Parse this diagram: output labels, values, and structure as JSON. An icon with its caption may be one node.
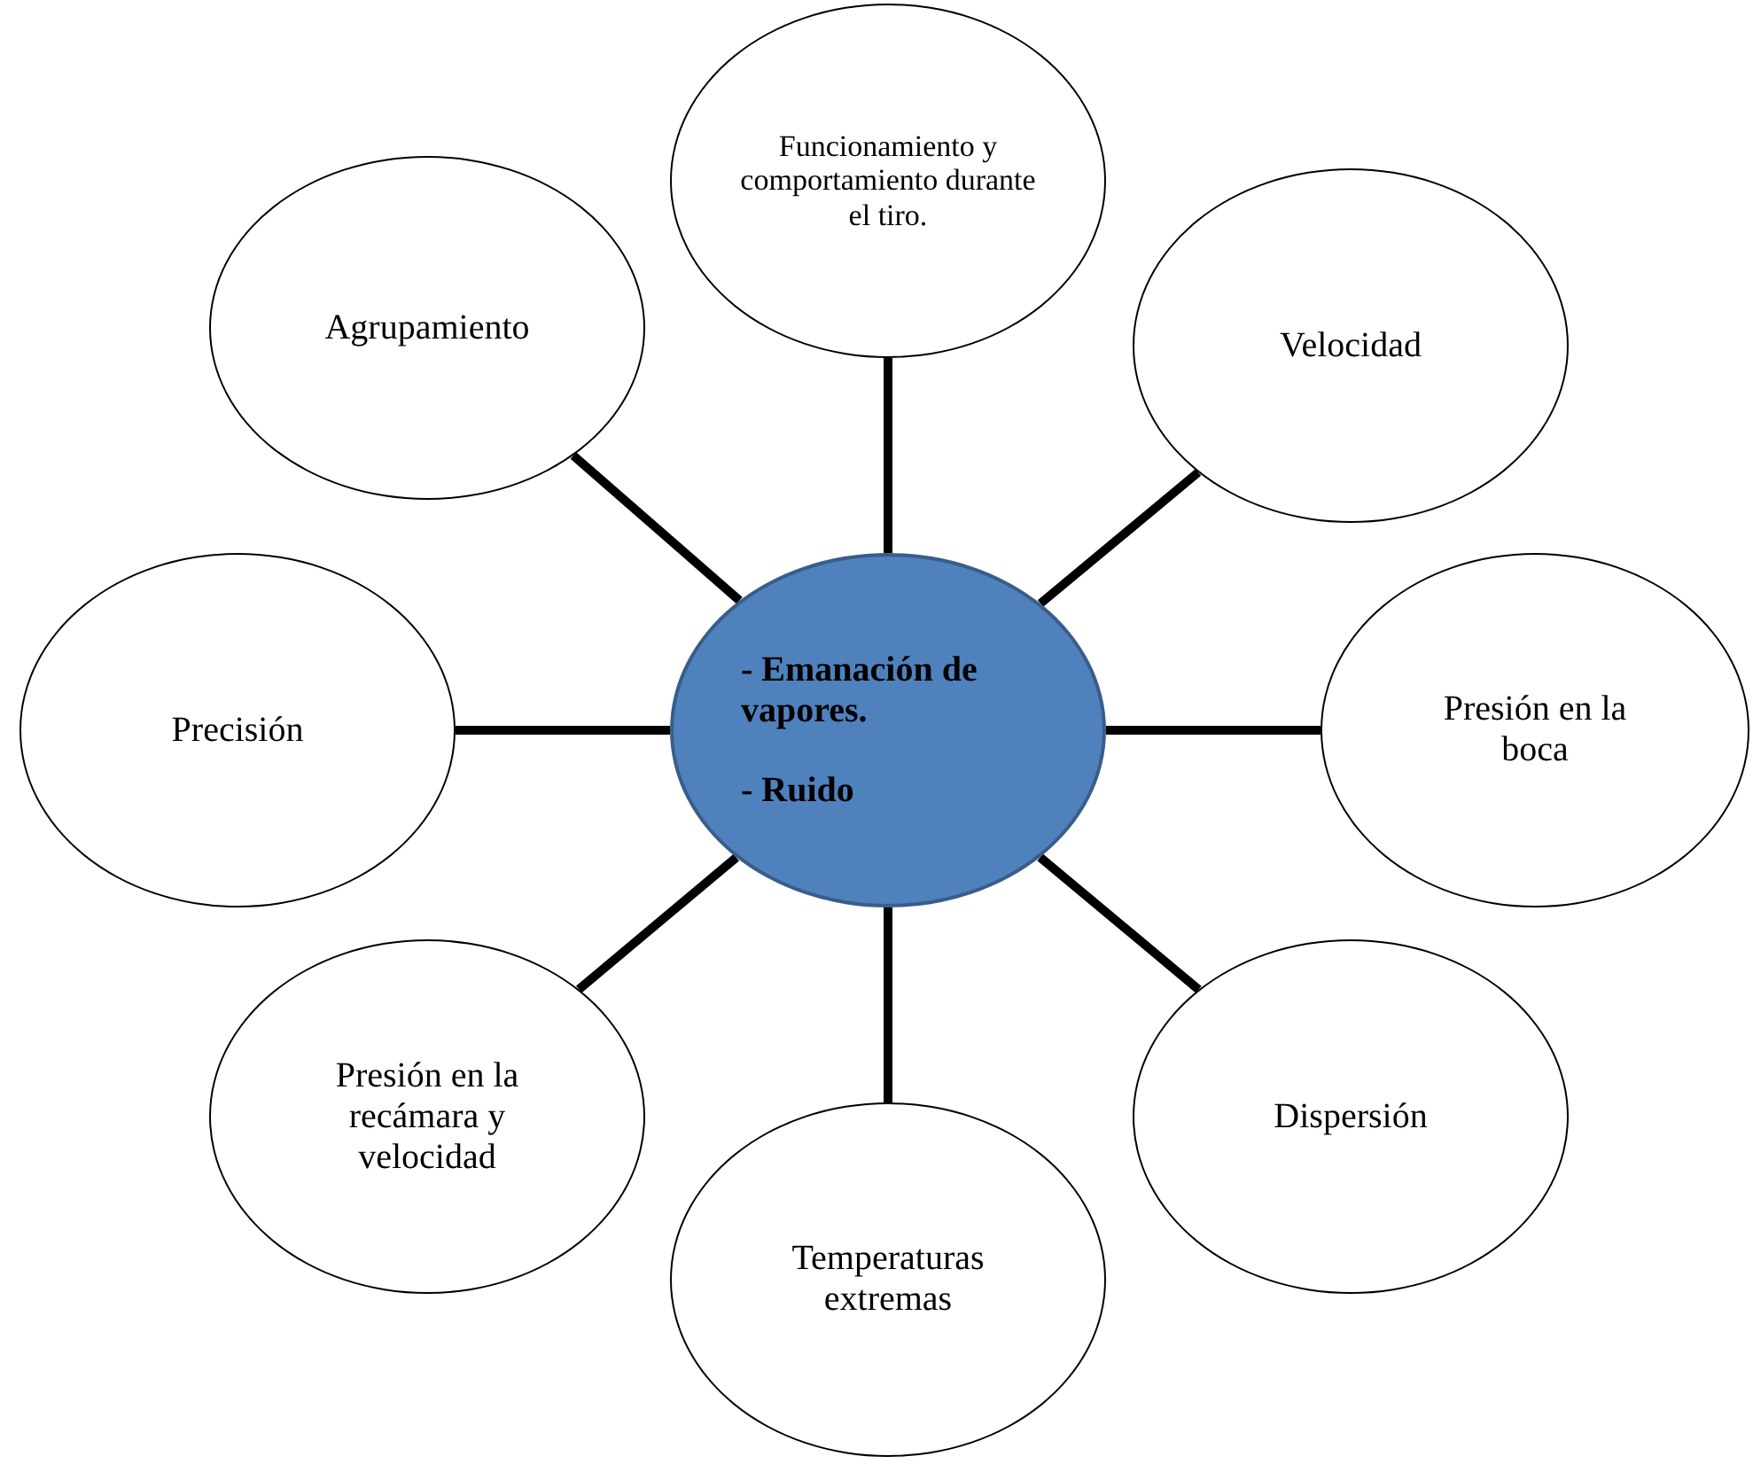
{
  "diagram": {
    "nodes": [
      {
        "text": [
          "- Emanación de vapores.",
          "- Ruido"
        ]
      },
      {
        "text": [
          "Funcionamiento y comportamiento durante el tiro."
        ]
      },
      {
        "text": [
          "Agrupamiento"
        ]
      },
      {
        "text": [
          "Velocidad"
        ]
      },
      {
        "text": [
          "Precisión"
        ]
      },
      {
        "text": [
          "Presión en la boca"
        ]
      },
      {
        "text": [
          "Presión en la recámara y velocidad"
        ]
      },
      {
        "text": [
          "Dispersión"
        ]
      },
      {
        "text": [
          "Temperaturas extremas"
        ]
      }
    ],
    "edges": [
      {
        "from": 0,
        "to": 1,
        "arrow": "none"
      },
      {
        "from": 0,
        "to": 2,
        "arrow": "none"
      },
      {
        "from": 0,
        "to": 3,
        "arrow": "none"
      },
      {
        "from": 0,
        "to": 4,
        "arrow": "none"
      },
      {
        "from": 0,
        "to": 5,
        "arrow": "none"
      },
      {
        "from": 0,
        "to": 6,
        "arrow": "none"
      },
      {
        "from": 0,
        "to": 7,
        "arrow": "none"
      },
      {
        "from": 0,
        "to": 8,
        "arrow": "none"
      }
    ]
  }
}
